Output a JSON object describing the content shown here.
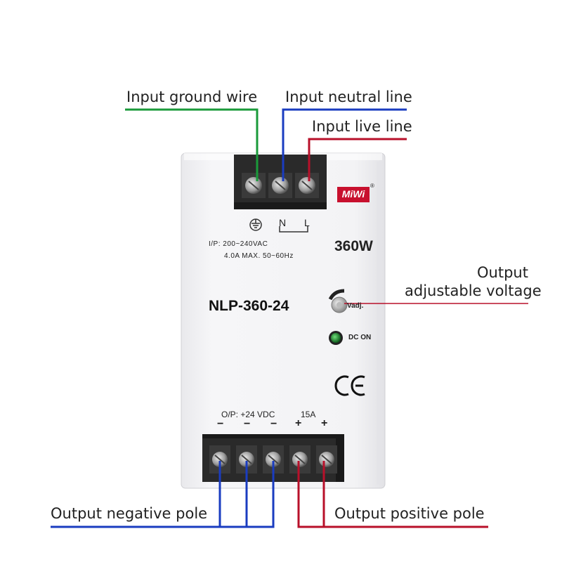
{
  "labels": {
    "input_ground": "Input ground wire",
    "input_neutral": "Input neutral line",
    "input_live": "Input live line",
    "output_adjust_line1": "Output",
    "output_adjust_line2": "adjustable voltage",
    "output_negative": "Output negative pole",
    "output_positive": "Output positive pole"
  },
  "device": {
    "brand": "MiWi",
    "registered_mark": "®",
    "terminal_n": "N",
    "terminal_l": "L",
    "input_spec_line1": "I/P: 200~240VAC",
    "input_spec_line2": "4.0A   MAX. 50~60Hz",
    "wattage": "360W",
    "model": "NLP-360-24",
    "vadj_label": "Vadj.",
    "dc_on_label": "DC ON",
    "ce_mark": "CE",
    "output_spec_op": "O/P: +24 VDC",
    "output_spec_current": "15A",
    "polarity": [
      "−",
      "−",
      "−",
      "+",
      "+"
    ]
  },
  "colors": {
    "ground_wire": "#1a9a3a",
    "neutral_wire": "#1a3cc0",
    "live_wire": "#b8102a",
    "negative_wire": "#1a3cc0",
    "positive_wire": "#b8102a",
    "adjust_line": "#b8102a",
    "dc_on_led": "#1e8a2e"
  },
  "icons": [
    "ground-symbol-icon",
    "screw-terminal-icon",
    "potentiometer-icon",
    "led-indicator-icon",
    "ce-mark-icon"
  ]
}
